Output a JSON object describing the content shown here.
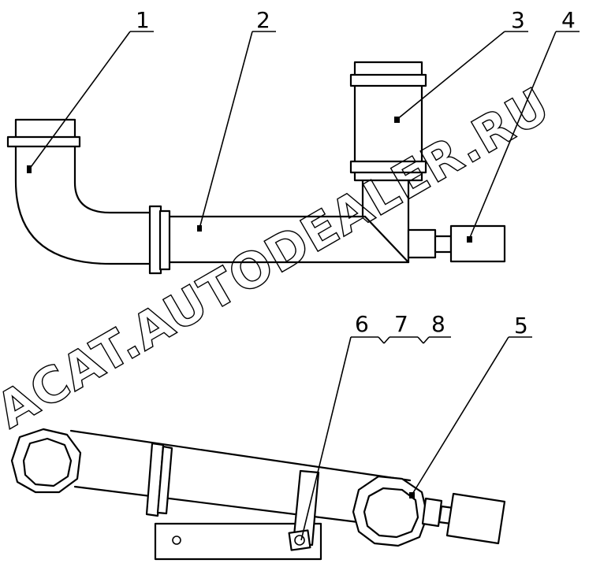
{
  "labels": {
    "l1": "1",
    "l2": "2",
    "l3": "3",
    "l4": "4",
    "l5": "5",
    "l6": "6",
    "l7": "7",
    "l8": "8"
  },
  "watermark": "ACAT.AUTODEALER.RU"
}
